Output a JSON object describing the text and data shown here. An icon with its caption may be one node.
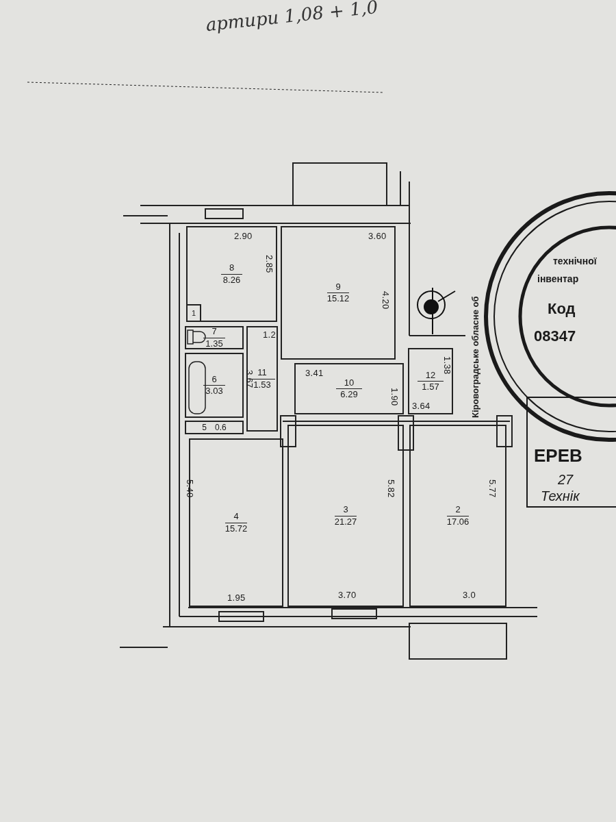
{
  "diagram": {
    "nodes": [
      {
        "text": [
          "8",
          "8.26"
        ]
      },
      {
        "text": [
          "9",
          "15.12"
        ]
      },
      {
        "text": [
          "1"
        ],
        "in": 0
      },
      {
        "text": [
          "7",
          "1.35"
        ]
      },
      {
        "text": [
          "11",
          "1.53"
        ]
      },
      {
        "text": [
          "6",
          "3.03"
        ]
      },
      {
        "text": [
          "10",
          "6.29"
        ]
      },
      {
        "text": [
          "12",
          "1.57"
        ]
      },
      {
        "text": [
          "5",
          "0.6"
        ]
      },
      {
        "text": [
          "4",
          "15.72"
        ]
      },
      {
        "text": [
          "3",
          "21.27"
        ]
      },
      {
        "text": [
          "2",
          "17.06"
        ]
      }
    ],
    "edges": [],
    "labels": [
      "артири 1,08 + 1,0",
      "2.90",
      "2.85",
      "3.60",
      "4.20",
      "1.2",
      "3.67",
      "3.41",
      "1.90",
      "1.38",
      "3.64",
      "5.40",
      "5.82",
      "5.77",
      "1.95",
      "3.70",
      "3.0",
      "Кіровоградське обласне об",
      "технічної",
      "інвентар",
      "Код",
      "08347",
      "ЕРЕВ",
      "27",
      "Технік"
    ]
  }
}
